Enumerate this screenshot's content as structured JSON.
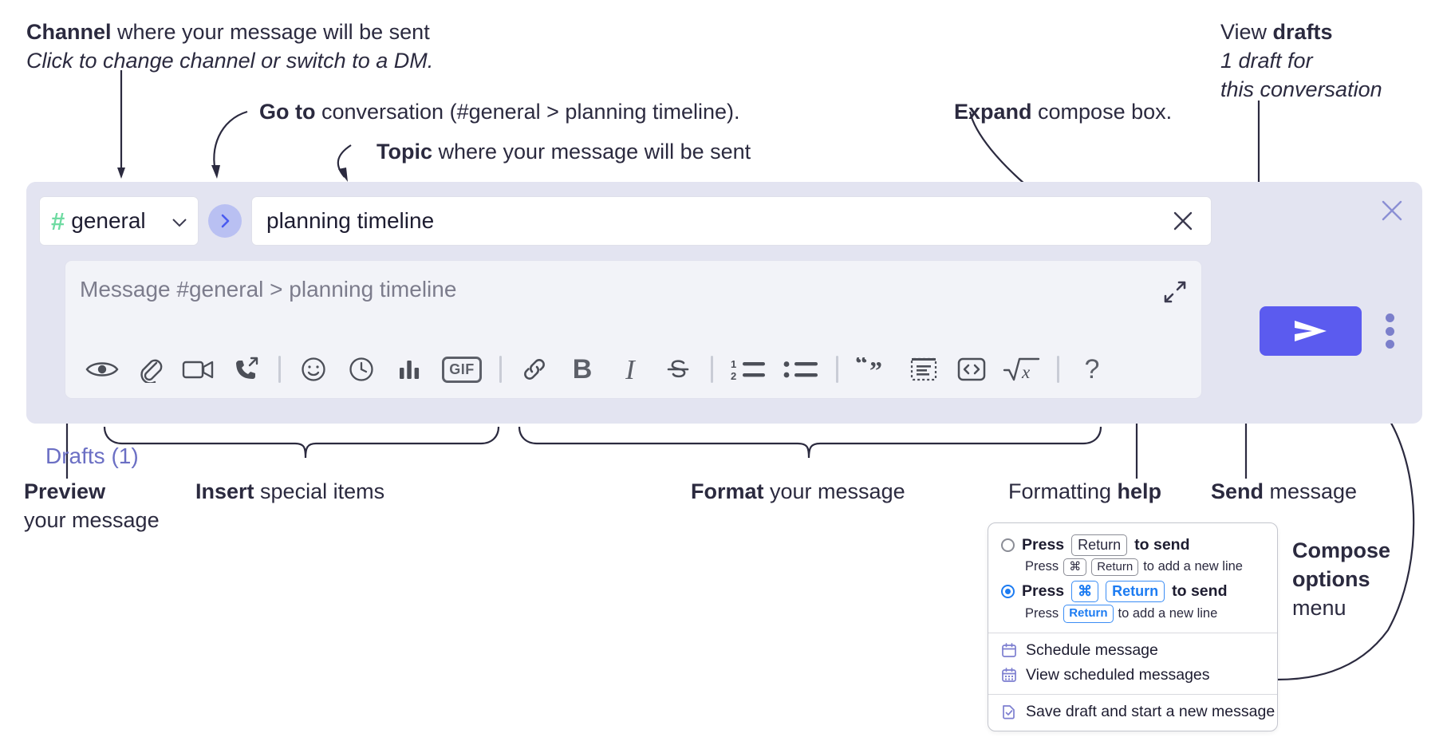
{
  "annotations": {
    "channel": {
      "bold": "Channel",
      "rest": " where your message will be sent",
      "sub": "Click to change channel or switch to a DM."
    },
    "goto": {
      "bold": "Go to",
      "rest": " conversation (#general > planning timeline)."
    },
    "topic": {
      "bold": "Topic",
      "rest": " where your message will be sent"
    },
    "expand": {
      "bold": "Expand",
      "rest": " compose box."
    },
    "drafts": {
      "bold_pre": "View ",
      "bold": "drafts",
      "sub_1": "1 draft for",
      "sub_2": "this conversation"
    },
    "preview": {
      "line1_bold": "Preview",
      "line2": "your message"
    },
    "insert": {
      "bold": "Insert",
      "rest": " special items"
    },
    "format": {
      "bold": "Format",
      "rest": " your message"
    },
    "help": {
      "pre": "Formatting ",
      "bold": "help"
    },
    "send": {
      "bold": "Send",
      "rest": " message"
    },
    "compose_options": {
      "line1": "Compose",
      "line2": "options",
      "line3": "menu"
    }
  },
  "compose": {
    "channel_hash": "#",
    "channel_name": "general",
    "topic_value": "planning timeline",
    "message_placeholder": "Message #general > planning timeline",
    "drafts_label": "Drafts (1)",
    "toolbar": [
      {
        "name": "preview-icon",
        "label": "Preview"
      },
      {
        "name": "attachment-icon",
        "label": "Attach file"
      },
      {
        "name": "video-icon",
        "label": "Video clip"
      },
      {
        "name": "audio-call-icon",
        "label": "Audio clip"
      },
      {
        "name": "separator",
        "label": ""
      },
      {
        "name": "emoji-icon",
        "label": "Emoji"
      },
      {
        "name": "reminder-clock-icon",
        "label": "Reminder"
      },
      {
        "name": "poll-bar-chart-icon",
        "label": "Poll"
      },
      {
        "name": "gif-icon",
        "label": "GIF"
      },
      {
        "name": "separator",
        "label": ""
      },
      {
        "name": "link-icon",
        "label": "Link"
      },
      {
        "name": "bold-icon",
        "label": "B"
      },
      {
        "name": "italic-icon",
        "label": "I"
      },
      {
        "name": "strikethrough-icon",
        "label": "S"
      },
      {
        "name": "separator",
        "label": ""
      },
      {
        "name": "ordered-list-icon",
        "label": "Ordered list"
      },
      {
        "name": "bullet-list-icon",
        "label": "Bulleted list"
      },
      {
        "name": "separator",
        "label": ""
      },
      {
        "name": "blockquote-icon",
        "label": "Blockquote"
      },
      {
        "name": "code-block-icon",
        "label": "Code block"
      },
      {
        "name": "inline-code-icon",
        "label": "Code"
      },
      {
        "name": "math-icon",
        "label": "Math"
      },
      {
        "name": "separator",
        "label": ""
      },
      {
        "name": "help-icon",
        "label": "?"
      }
    ],
    "send_button_label": "Send"
  },
  "menu": {
    "option_1": {
      "pre": "Press",
      "key": "Return",
      "post": "to send",
      "sub_pre": "Press",
      "sub_key_1": "⌘",
      "sub_key_2": "Return",
      "sub_post": "to add a new line",
      "selected": false
    },
    "option_2": {
      "pre": "Press",
      "key_1": "⌘",
      "key_2": "Return",
      "post": "to send",
      "sub_pre": "Press",
      "sub_key": "Return",
      "sub_post": "to add a new line",
      "selected": true
    },
    "items": [
      {
        "icon": "calendar-icon",
        "label": "Schedule message"
      },
      {
        "icon": "calendar-grid-icon",
        "label": "View scheduled messages"
      },
      {
        "icon": "save-draft-icon",
        "label": "Save draft and start a new message"
      }
    ]
  },
  "colors": {
    "accent_purple": "#5b5bef",
    "panel_bg": "#e3e4f1",
    "hash_green": "#6fdba2",
    "drafts_text": "#6b6fc4",
    "key_blue": "#1d7cf2"
  }
}
